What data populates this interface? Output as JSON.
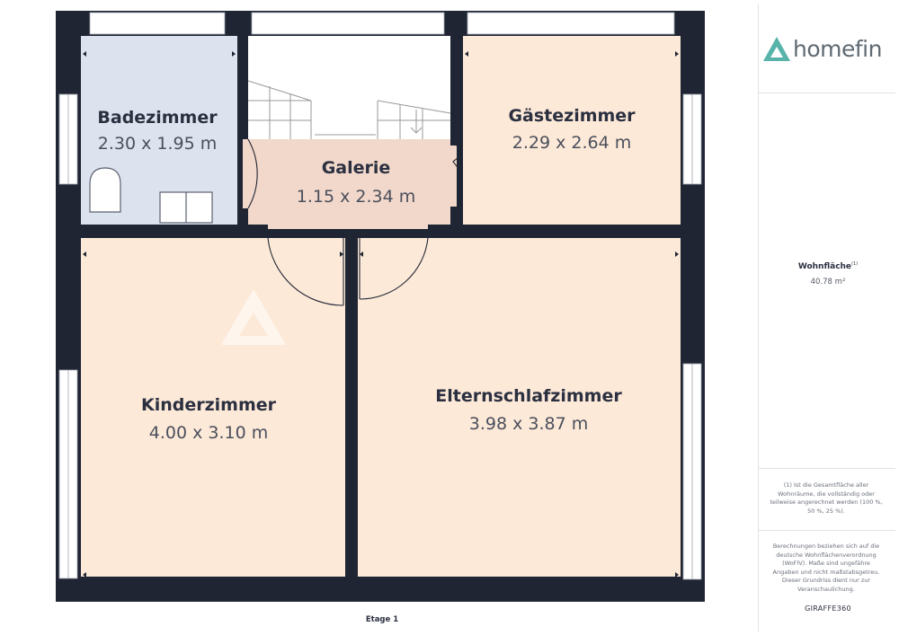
{
  "brand": {
    "name": "homefin"
  },
  "floor_label": "Etage 1",
  "rooms": [
    {
      "id": "badezimmer",
      "name": "Badezimmer",
      "dims": "2.30 x 1.95 m"
    },
    {
      "id": "gaestezimmer",
      "name": "Gästezimmer",
      "dims": "2.29 x 2.64 m"
    },
    {
      "id": "galerie",
      "name": "Galerie",
      "dims": "1.15 x 2.34 m"
    },
    {
      "id": "kinderzimmer",
      "name": "Kinderzimmer",
      "dims": "4.00 x 3.10 m"
    },
    {
      "id": "elternschlafzimmer",
      "name": "Elternschlafzimmer",
      "dims": "3.98 x 3.87 m"
    }
  ],
  "info": {
    "area_label": "Wohnfläche",
    "area_footnote_mark": "(1)",
    "area_value": "40.78 m²",
    "footnote": "(1) Ist die Gesamtfläche aller Wohnräume, die vollständig oder teilweise angerechnet werden (100 %, 50 %, 25 %).",
    "disclaimer": "Berechnungen beziehen sich auf die deutsche Wohnflächenverordnung (WoFlV). Maße sind ungefähre Angaben und nicht maßstabsgetreu. Dieser Grundriss dient nur zur Veranschaulichung.",
    "credit": "GIRAFFE360"
  },
  "colors": {
    "wall": "#1f2533",
    "bath": "#dde3ee",
    "bedroom": "#fde9d8",
    "gallery": "#f2d8cb",
    "stairs": "#ffffff",
    "brand_teal": "#58b3aa"
  }
}
